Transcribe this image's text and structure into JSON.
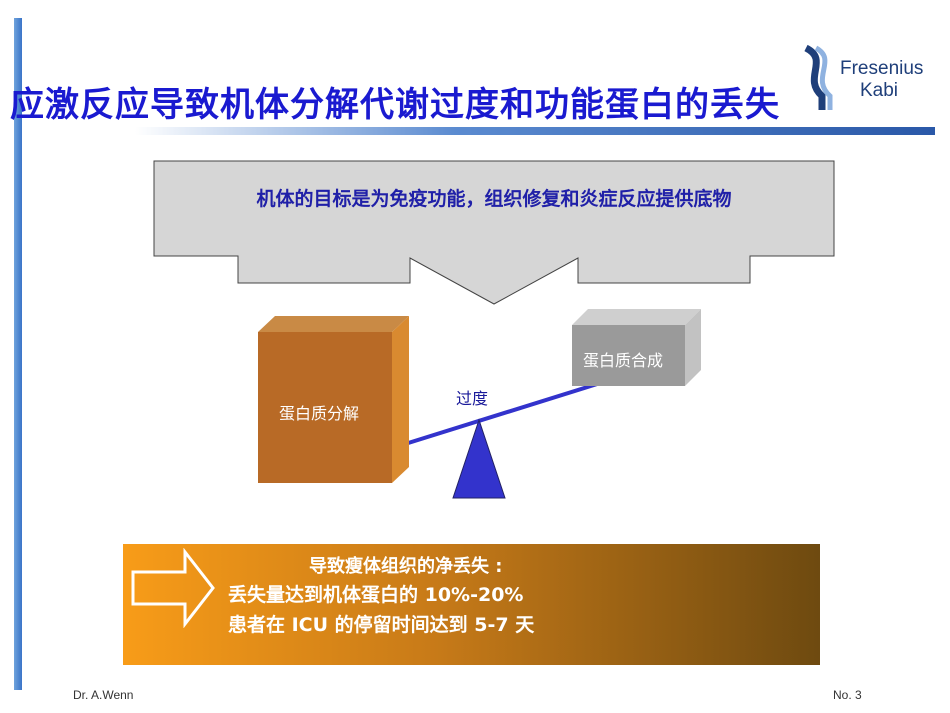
{
  "slide": {
    "title": "应激反应导致机体分解代谢过度和功能蛋白的丢失",
    "logo": {
      "line1": "Fresenius",
      "line2": "Kabi"
    },
    "goal_callout": "机体的目标是为免疫功能，组织修复和炎症反应提供底物",
    "seesaw": {
      "left_box": "蛋白质分解",
      "right_box": "蛋白质合成",
      "balance_label": "过度"
    },
    "banner": {
      "heading": "导致瘦体组织的净丢失 :",
      "lines": [
        "丢失量达到机体蛋白的 10%-20%",
        "患者在 ICU 的停留时间达到 5-7 天"
      ]
    },
    "footer": {
      "author": "Dr. A.Wenn",
      "page": "No. 3"
    },
    "colors": {
      "title": "#1a1ad0",
      "callout_fill": "#d6d6d6",
      "left_box": "#b86a26",
      "right_box": "#9a9a9a",
      "fulcrum": "#3333cc",
      "banner_start": "#f89c18",
      "banner_end": "#6e4a10"
    }
  }
}
